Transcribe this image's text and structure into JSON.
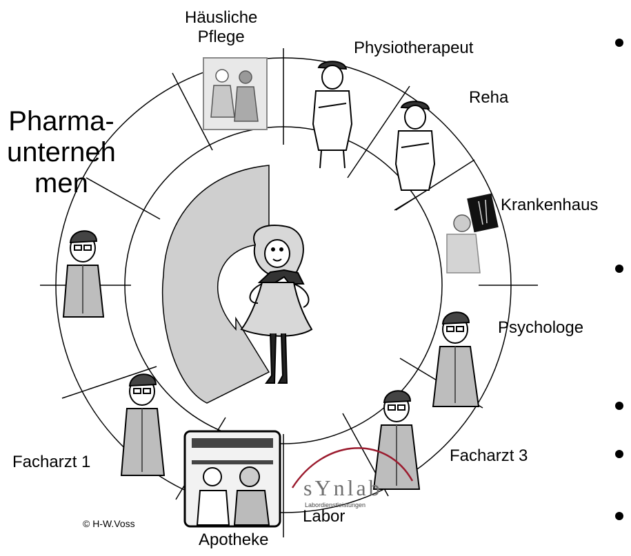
{
  "labels": {
    "haeusliche_pflege_line1": "Häusliche",
    "haeusliche_pflege_line2": "Pflege",
    "physiotherapeut": "Physiotherapeut",
    "reha": "Reha",
    "krankenhaus": "Krankenhaus",
    "psychologe": "Psychologe",
    "facharzt3": "Facharzt 3",
    "labor": "Labor",
    "apotheke": "Apotheke",
    "facharzt1": "Facharzt 1",
    "pharma_line1": "Pharma-",
    "pharma_line2": "unterneh",
    "pharma_line3": "men"
  },
  "logo": {
    "brand": "sYnlab",
    "tagline": "Labordienstleistungen"
  },
  "copyright": "© H-W.Voss",
  "colors": {
    "ring": "#000000",
    "arrow_fill": "#cfcfcf",
    "arrow_stroke": "#000000",
    "logo_red": "#9b1b2e",
    "logo_text": "#6f6f6f"
  },
  "bullets": 5
}
